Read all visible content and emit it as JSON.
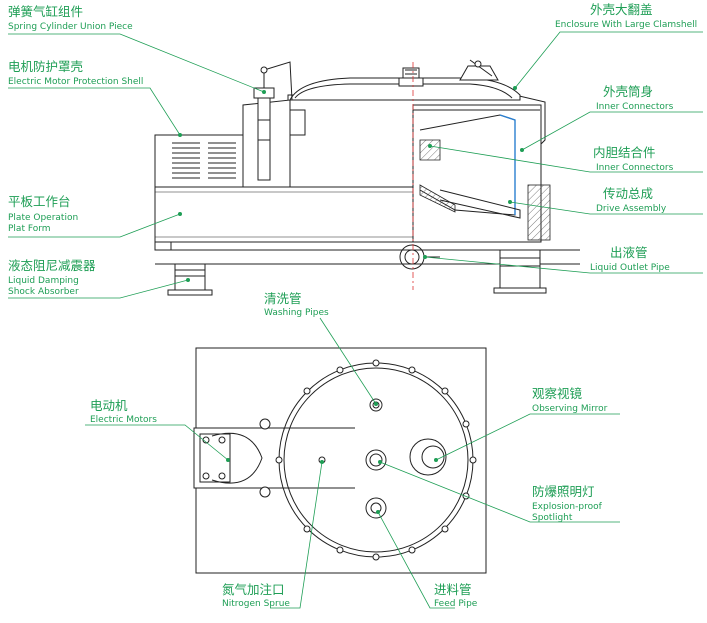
{
  "labels": {
    "spring_cylinder": {
      "zh": "弹簧气缸组件",
      "en": "Spring Cylinder Union Piece"
    },
    "motor_shell": {
      "zh": "电机防护罩壳",
      "en": "Electric Motor Protection Shell"
    },
    "plate_platform": {
      "zh": "平板工作台",
      "en1": "Plate Operation",
      "en2": "Plat Form"
    },
    "shock_absorber": {
      "zh": "液态阻尼减震器",
      "en1": "Liquid Damping",
      "en2": "Shock Absorber"
    },
    "clamshell": {
      "zh": "外壳大翻盖",
      "en": "Enclosure With Large Clamshell"
    },
    "enclosure_body": {
      "zh": "外壳筒身",
      "en": "Inner Connectors"
    },
    "inner_connectors": {
      "zh": "内胆结合件",
      "en": "Inner Connectors"
    },
    "drive_assembly": {
      "zh": "传动总成",
      "en": "Drive Assembly"
    },
    "liquid_outlet": {
      "zh": "出液管",
      "en": "Liquid Outlet Pipe"
    },
    "washing_pipes": {
      "zh": "清洗管",
      "en": "Washing Pipes"
    },
    "electric_motors": {
      "zh": "电动机",
      "en": "Electric Motors"
    },
    "observing_mirror": {
      "zh": "观察视镜",
      "en": "Observing Mirror"
    },
    "spotlight": {
      "zh": "防爆照明灯",
      "en1": "Explosion-proof",
      "en2": "Spotlight"
    },
    "nitrogen_sprue": {
      "zh": "氮气加注口",
      "en": "Nitrogen Sprue"
    },
    "feed_pipe": {
      "zh": "进料管",
      "en": "Feed Pipe"
    }
  },
  "colors": {
    "label": "#1e9e55",
    "drawing": "#222222",
    "centerline": "#dd3333",
    "basket_wall": "#2a7fd0"
  }
}
